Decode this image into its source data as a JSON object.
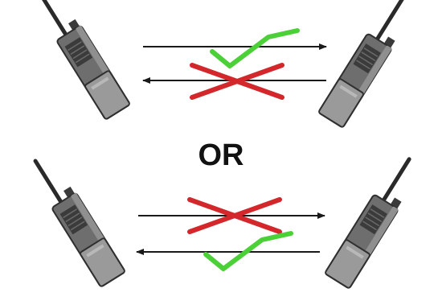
{
  "diagram": {
    "separator_label": "OR",
    "colors": {
      "arrow": "#1a1a1a",
      "check": "#4cd037",
      "cross": "#d3272b",
      "radio_body": "#6e6e6e",
      "radio_dark": "#333333",
      "radio_light": "#b0b0b0"
    },
    "scenarios": [
      {
        "name": "top",
        "right_arrow_mark": "check-icon",
        "left_arrow_mark": "cross-icon"
      },
      {
        "name": "bottom",
        "right_arrow_mark": "cross-icon",
        "left_arrow_mark": "check-icon"
      }
    ]
  }
}
